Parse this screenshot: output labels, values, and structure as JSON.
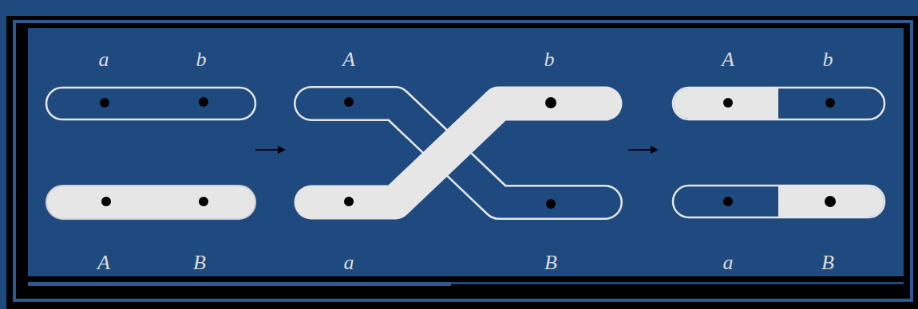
{
  "diagram": {
    "labels": [
      "a",
      "b",
      "A",
      "b",
      "A",
      "b",
      "A",
      "B",
      "a",
      "B",
      "a",
      "B"
    ]
  }
}
